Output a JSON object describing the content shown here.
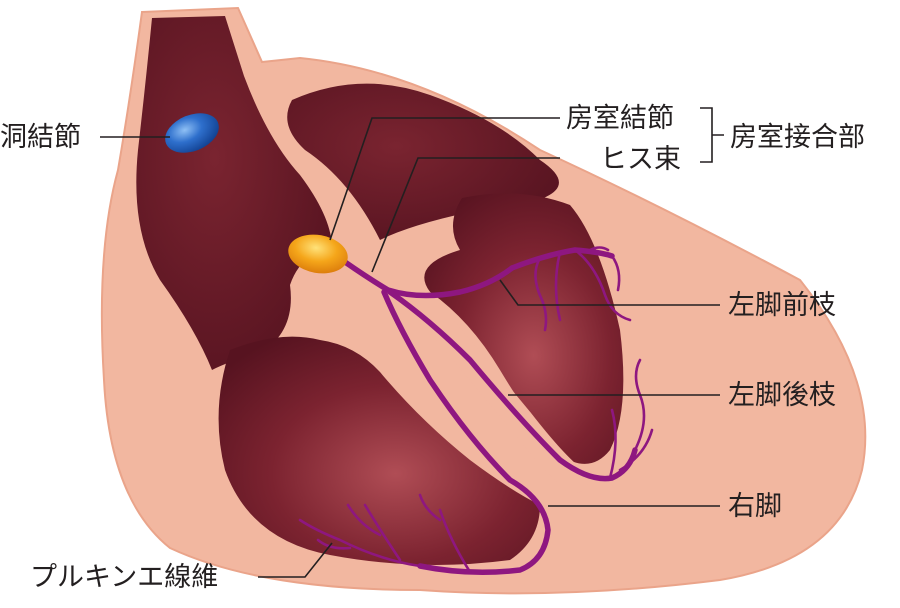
{
  "labels": {
    "sa_node": "洞結節",
    "av_node": "房室結節",
    "his_bundle": "ヒス束",
    "av_junction": "房室接合部",
    "left_anterior_fascicle": "左脚前枝",
    "left_posterior_fascicle": "左脚後枝",
    "right_bundle_branch": "右脚",
    "purkinje_fibers": "プルキンエ線維"
  },
  "colors": {
    "wall": "#f2b7a0",
    "wall_edge": "#eea58b",
    "chamber_dark": "#5c1420",
    "chamber_light": "#a8484f",
    "conduction": "#8e1780",
    "sa_node": "#1f5bb5",
    "av_node": "#f39a12",
    "text": "#231f20"
  }
}
